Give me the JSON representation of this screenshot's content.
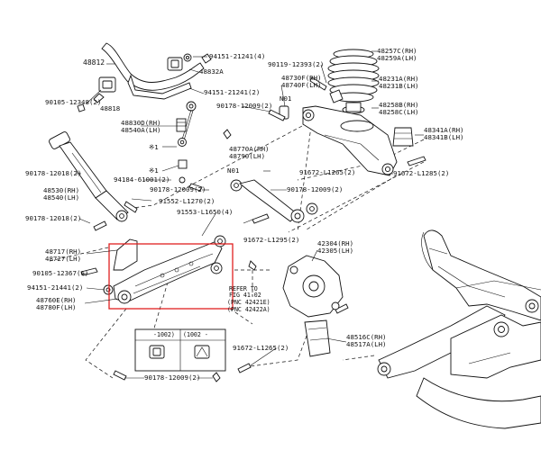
{
  "labels": {
    "l48812": "48812",
    "l94151_4": "94151-21241(4)",
    "l48832A": "48832A",
    "l94151_2": "94151-21241(2)",
    "l90105_12348": "90105-12348(2)",
    "l48818": "48818",
    "l48830": "48830D(RH)",
    "l48540": "48540A(LH)",
    "l90178_12009_top": "90178-12009(2)",
    "l90119": "90119-12393(2)",
    "l48257": "48257C(RH)",
    "l48259": "48259A(LH)",
    "l48730": "48730F(RH)",
    "l48740": "48740F(LH)",
    "l48231": "48231A(RH)",
    "l48231b": "48231B(LH)",
    "lN01a": "N01",
    "l48258b": "48258B(RH)",
    "l48258c": "48258C(LH)",
    "l48341A": "48341A(RH)",
    "l48341B": "48341B(LH)",
    "lstar1": "※1",
    "lstar2": "※1",
    "l90178_12018_a": "90178-12018(2)",
    "l48770": "48770A(RH)",
    "l48790": "48790(LH)",
    "lN01b": "N01",
    "l91672_12652": "91672-L1265(2)",
    "l91672_L1285": "91672-L1285(2)",
    "l94184": "94184-61001(2)",
    "l90178_12009_mid": "90178-12009(2)",
    "l90178_12009_r": "90178-12009(2)",
    "l48530": "48530(RH)",
    "l48540b": "48540(LH)",
    "l91552": "91552-L1270(2)",
    "l90178_12018_b": "90178-12018(2)",
    "l91553": "91553-L1650(4)",
    "l91672_L1295": "91672-L1295(2)",
    "l42304": "42304(RH)",
    "l42305": "42305(LH)",
    "l48717": "48717(RH)",
    "l48727": "48727(LH)",
    "l90105_12367": "90105-12367(6)",
    "l94151_21441": "94151-21441(2)",
    "l48760": "48760E(RH)",
    "l48780": "48780F(LH)",
    "lref1": "REFER TO",
    "lref2": "FIG 41-02",
    "lref3": "(PNC 42421E)",
    "lref4": "(PNC 42422A)",
    "ltab1": "-1002)",
    "ltab2": "(1002 -",
    "l91672_12652b": "91672-L1265(2)",
    "l90178_12009_bot": "90178-12009(2)",
    "l48516": "48516C(RH)",
    "l48517": "48517A(LH)"
  },
  "colors": {
    "line": "#111111",
    "highlight_box": "#e02020",
    "background": "#ffffff"
  }
}
